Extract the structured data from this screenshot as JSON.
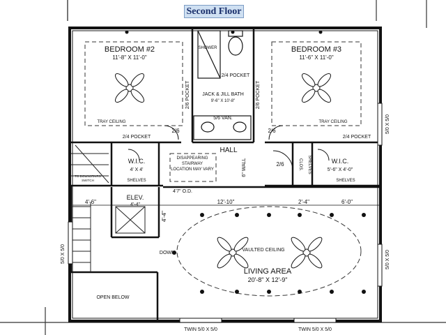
{
  "title": "Second Floor",
  "rooms": {
    "bedroom2": {
      "name": "BEDROOM #2",
      "size": "11'-8\" X 11'-0\""
    },
    "bedroom3": {
      "name": "BEDROOM #3",
      "size": "11'-6\" X 11'-0\""
    },
    "bath": {
      "name": "JACK & JILL BATH",
      "size": "9'-6\" X 10'-8\""
    },
    "shower": "SHOWER",
    "vanity": "5/6 VAN.",
    "hall": "HALL",
    "wic_left": {
      "name": "W.I.C.",
      "size": "4' X 4'"
    },
    "wic_right": {
      "name": "W.I.C.",
      "size": "5'-6\" X 4'-0\""
    },
    "elevator": {
      "name": "ELEV.",
      "size": "4'-4\""
    },
    "living": {
      "name": "LIVING AREA",
      "size": "20'-8\" X 12'-9\""
    },
    "open_below": "OPEN BELOW"
  },
  "notes": {
    "tray_left": "TRAY CEILING",
    "tray_right": "TRAY CEILING",
    "vaulted": "VAULTED CEILING",
    "stairway_1": "DISAPPEARING",
    "stairway_2": "STAIRWAY",
    "stairway_3": "LOCATION MAY VARY",
    "shelves_left": "SHELVES",
    "shelves_right": "SHELVES",
    "shelves_clos": "SHELVES",
    "clos": "CLOS.",
    "wall6": "6\" WALL",
    "down": "DOWN",
    "switch_1": "TO DOWNSTAIRS",
    "switch_2": "SWITCH",
    "wall_dim": "4'7\" O.D."
  },
  "doors": {
    "pocket_bed2": "2/4 POCKET",
    "pocket_bath_top": "2/4 POCKET",
    "pocket_bed3": "2/4 POCKET",
    "pocket_vert_left": "2/6 POCKET",
    "pocket_vert_right": "2/6 POCKET",
    "door_26_left": "2/6",
    "door_26_right": "2/6",
    "door_26_hall": "2/6"
  },
  "dimensions": {
    "d1": "4'-6\"",
    "d2": "12'-10\"",
    "d3": "2'-4\"",
    "d4": "6'-0\"",
    "d5": "4'-4\""
  },
  "windows": {
    "right_top": "5/0 X 5/0",
    "right_bottom": "5/0 X 5/0",
    "left": "5/0 X 5/0",
    "bottom_left": "TWIN 5/0 X 5/0",
    "bottom_right": "TWIN 5/0 X 5/0"
  },
  "colors": {
    "line": "#111111",
    "title_text": "#1a2f6b",
    "title_bg": "#cfe0f2"
  }
}
